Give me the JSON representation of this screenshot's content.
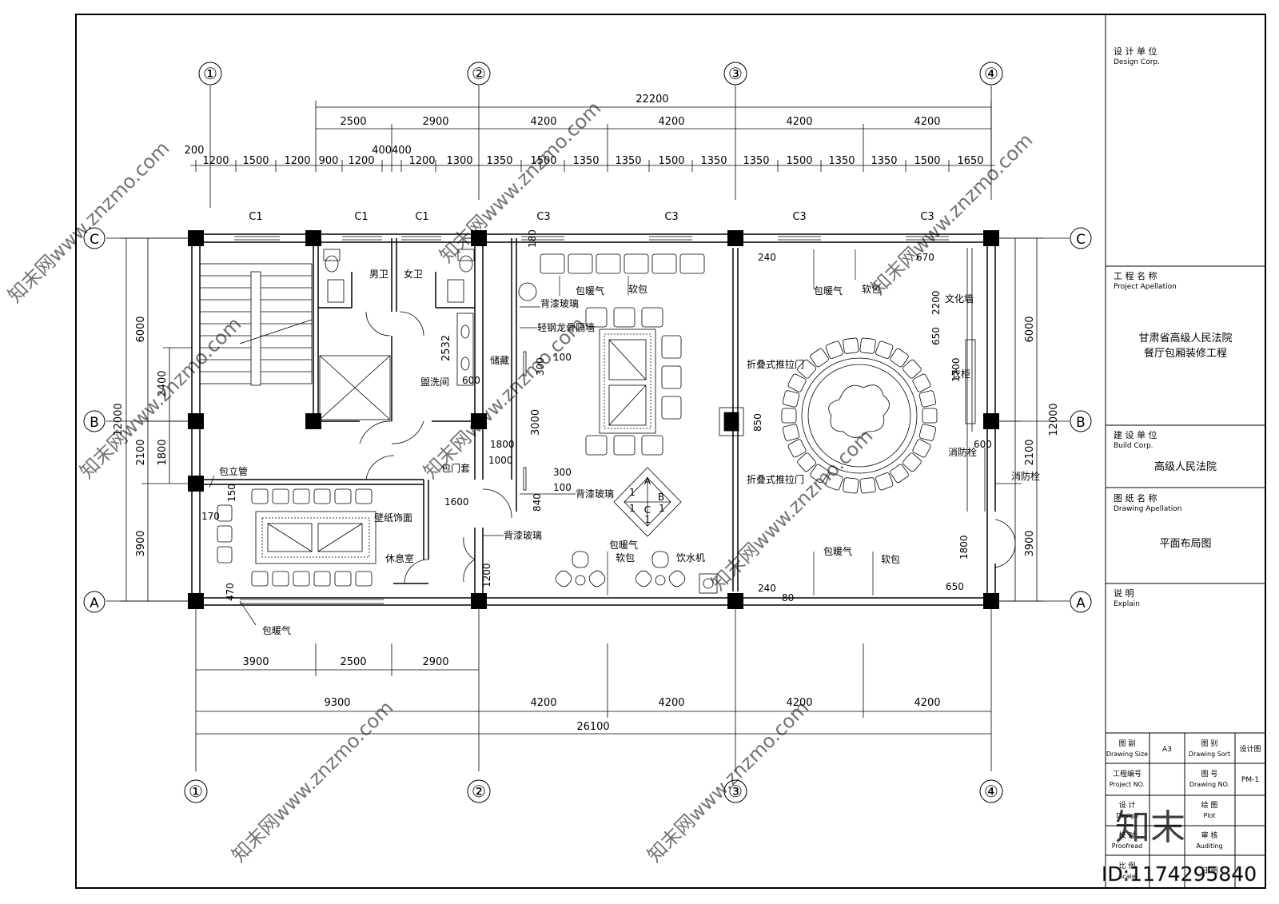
{
  "axes": {
    "numbers": [
      "①",
      "②",
      "③",
      "④"
    ],
    "letters": [
      "C",
      "B",
      "A"
    ]
  },
  "dims_top": {
    "total": "22200",
    "row2": [
      "2500",
      "2900",
      "4200",
      "4200",
      "4200",
      "4200"
    ],
    "row3": [
      "200",
      "1200",
      "1500",
      "1200",
      "900",
      "1200",
      "400400",
      "1200",
      "1300",
      "1350",
      "1500",
      "1350",
      "1350",
      "1500",
      "1350",
      "1350",
      "1500",
      "1350",
      "1350",
      "1500",
      "1650"
    ]
  },
  "dims_bottom": {
    "row1": [
      "3900",
      "2500",
      "2900"
    ],
    "row2": [
      "9300",
      "4200",
      "4200",
      "4200",
      "4200"
    ],
    "total": "26100"
  },
  "dims_left": {
    "outer": "12000",
    "parts": [
      "6000",
      "3900"
    ],
    "inner": [
      "2400",
      "1800",
      "2100"
    ]
  },
  "dims_right": {
    "outer": "12000",
    "parts": [
      "6000",
      "3900"
    ],
    "inner": [
      "2100"
    ]
  },
  "windows": [
    "C1",
    "C1",
    "C1",
    "C3",
    "C3",
    "C3",
    "C3"
  ],
  "rooms": {
    "men_wc": "男卫",
    "women_wc": "女卫",
    "washroom": "盥洗间",
    "storage": "储藏",
    "lounge": "休息室",
    "wallpaper": "壁纸饰面",
    "pipe_wrap": "包立管",
    "door_wrap": "包门套",
    "heater1": "包暖气",
    "heater2": "包暖气",
    "heater3": "包暖气",
    "heater4": "包暖气",
    "heater5": "包暖气",
    "soft1": "软包",
    "soft2": "软包",
    "soft3": "软包",
    "soft4": "软包",
    "glass1": "背漆玻璃",
    "glass2": "背漆玻璃",
    "glass3": "背漆玻璃",
    "keel_wall": "轻钢龙骨隔墙",
    "water_dispenser": "饮水机",
    "folding_door1": "折叠式推拉门",
    "folding_door2": "折叠式推拉门",
    "culture_wall": "文化墙",
    "wardrobe": "衣柜",
    "hydrant1": "消防栓",
    "hydrant2": "消防栓"
  },
  "misc_dims": [
    "180",
    "2532",
    "600",
    "100",
    "300",
    "3000",
    "300",
    "100",
    "840",
    "1800",
    "1000",
    "1600",
    "1200",
    "850",
    "240",
    "240",
    "80",
    "670",
    "2200",
    "650",
    "1700",
    "600",
    "1800",
    "650",
    "150",
    "170",
    "470"
  ],
  "table_marks": [
    "A",
    "B",
    "C",
    "1",
    "1",
    "1",
    "1"
  ],
  "title_block": {
    "design_unit_cn": "设 计 单 位",
    "design_unit_en": "Design Corp.",
    "project_name_cn": "工 程 名 称",
    "project_name_en": "Project Apellation",
    "project_name_1": "甘肃省高级人民法院",
    "project_name_2": "餐厅包厢装修工程",
    "client_cn": "建 设 单 位",
    "client_en": "Build Corp.",
    "client_value": "高级人民法院",
    "drawing_name_cn": "图 纸 名 称",
    "drawing_name_en": "Drawing  Apellation",
    "drawing_name_value": "平面布局图",
    "notes_cn": "说  明",
    "notes_en": "Explain",
    "size_cn": "图 副",
    "size_en": "Drawing Size",
    "size_value": "A3",
    "sort_cn": "图 别",
    "sort_en": "Drawing Sort",
    "sort_value": "设计图",
    "projno_cn": "工程编号",
    "projno_en": "Project NO.",
    "drawno_cn": "图 号",
    "drawno_en": "Drawing NO.",
    "drawno_value": "PM-1",
    "design_cn": "设 计",
    "design_en": "Design",
    "plot_cn": "绘 图",
    "plot_en": "Plot",
    "proof_cn": "校 对",
    "proof_en": "Proofread",
    "audit_cn": "审 核",
    "audit_en": "Auditing",
    "scale_cn": "比 例",
    "scale_en": "Scale",
    "date_cn": "日 期"
  },
  "watermark": {
    "text": "知末网www.znzmo.com",
    "logo": "知末",
    "id": "ID:1174295840"
  }
}
